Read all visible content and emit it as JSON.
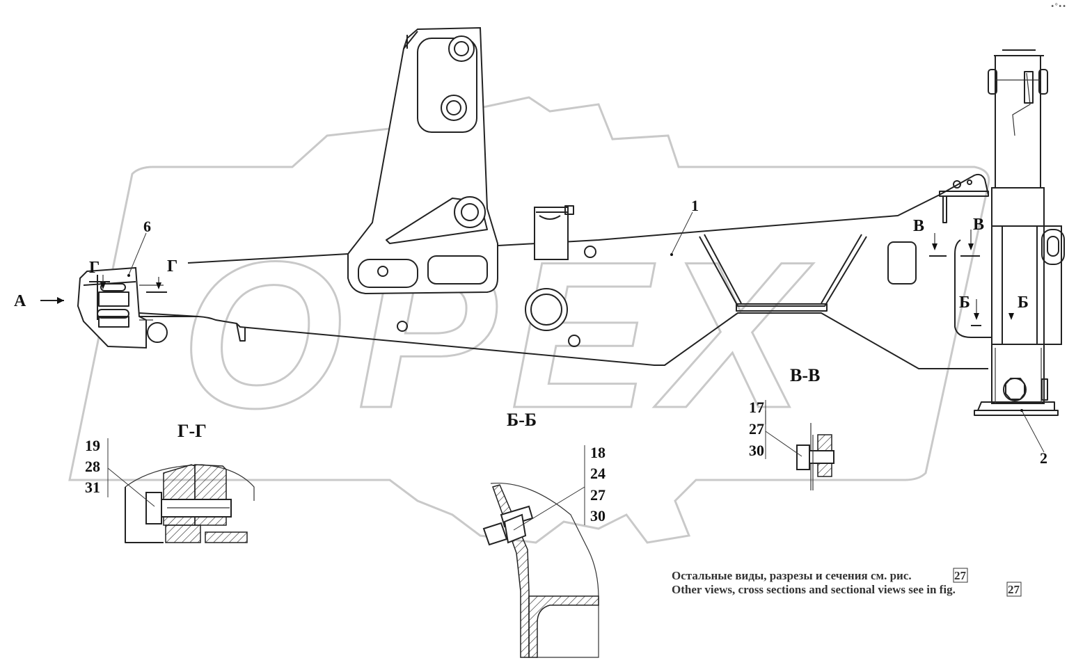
{
  "corner_mark": "•°••",
  "view_label": "А",
  "sections": {
    "g": "Г",
    "b": "Б",
    "v": "В",
    "gg": "Г-Г",
    "bb": "Б-Б",
    "vv": "В-В"
  },
  "callouts": {
    "frame": "1",
    "jack": "2",
    "coupler": "6"
  },
  "stack_gg": [
    "19",
    "28",
    "31"
  ],
  "stack_bb": [
    "18",
    "24",
    "27",
    "30"
  ],
  "stack_vv": [
    "17",
    "27",
    "30"
  ],
  "notes": {
    "ru_text": "Остальные виды, разрезы и сечения см. рис.",
    "ru_ref": "27",
    "en_text": "Other views, cross sections and sectional views see in fig.",
    "en_ref": "27"
  },
  "watermark": "OPEX"
}
